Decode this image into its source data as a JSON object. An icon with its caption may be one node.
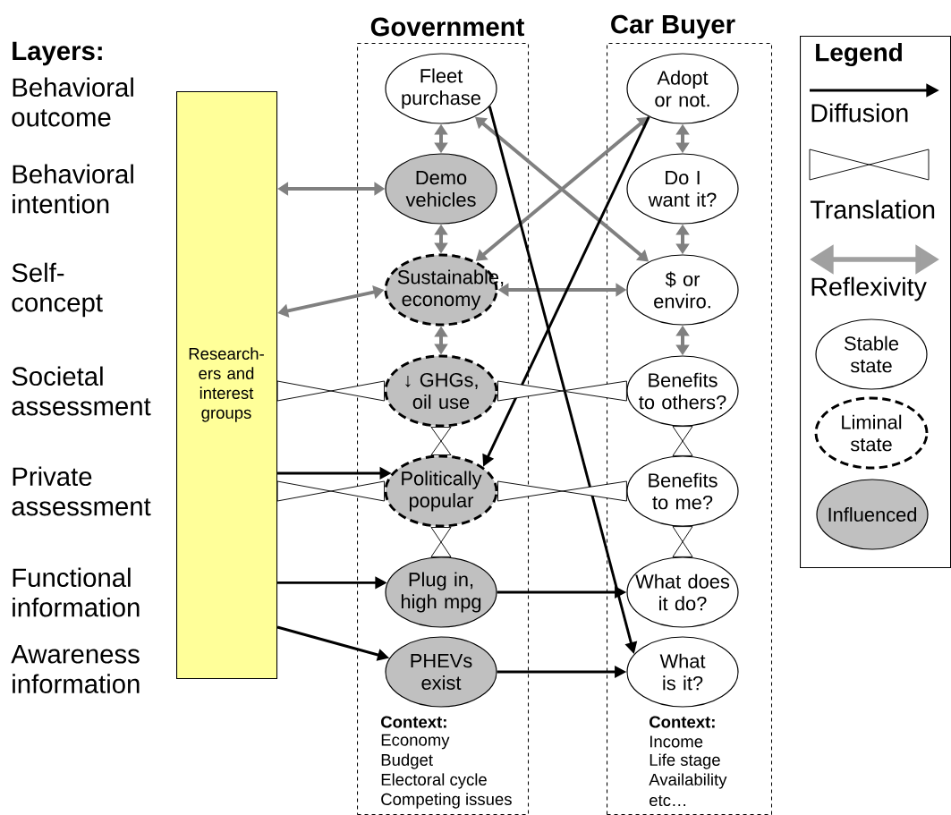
{
  "diagram": {
    "nodes": [
      {
        "text": [
          "Government",
          "Context:",
          "Economy",
          "Budget",
          "Electoral cycle",
          "Competing issues"
        ]
      },
      {
        "text": [
          "Car Buyer",
          "Context:",
          "Income",
          "Life stage",
          "Availability",
          "etc…"
        ]
      },
      {
        "text": [
          "Research-ers and interest groups"
        ]
      },
      {
        "text": [
          "Fleet purchase"
        ],
        "in": 0
      },
      {
        "text": [
          "Demo vehicles"
        ],
        "in": 0
      },
      {
        "text": [
          "Sustainable, economy"
        ],
        "in": 0
      },
      {
        "text": [
          "↓ GHGs, oil use"
        ],
        "in": 0
      },
      {
        "text": [
          "Politically popular"
        ],
        "in": 0
      },
      {
        "text": [
          "Plug in, high mpg"
        ],
        "in": 0
      },
      {
        "text": [
          "PHEVs exist"
        ],
        "in": 0
      },
      {
        "text": [
          "Adopt or not."
        ],
        "in": 1
      },
      {
        "text": [
          "Do I want it?"
        ],
        "in": 1
      },
      {
        "text": [
          "$ or enviro."
        ],
        "in": 1
      },
      {
        "text": [
          "Benefits to others?"
        ],
        "in": 1
      },
      {
        "text": [
          "Benefits to me?"
        ],
        "in": 1
      },
      {
        "text": [
          "What does it do?"
        ],
        "in": 1
      },
      {
        "text": [
          "What is it?"
        ],
        "in": 1
      },
      {
        "text": [
          "Legend"
        ]
      },
      {
        "text": [
          "Stable state"
        ],
        "in": 17
      },
      {
        "text": [
          "Liminal state"
        ],
        "in": 17
      },
      {
        "text": [
          "Influenced"
        ],
        "in": 17
      }
    ],
    "edges": [
      {
        "from": 3,
        "to": 4,
        "arrow": "both"
      },
      {
        "from": 4,
        "to": 5,
        "arrow": "both"
      },
      {
        "from": 5,
        "to": 6,
        "arrow": "both"
      },
      {
        "from": 10,
        "to": 11,
        "arrow": "both"
      },
      {
        "from": 11,
        "to": 12,
        "arrow": "both"
      },
      {
        "from": 12,
        "to": 13,
        "arrow": "both"
      },
      {
        "from": 2,
        "to": 4,
        "arrow": "both"
      },
      {
        "from": 2,
        "to": 5,
        "arrow": "both"
      },
      {
        "from": 5,
        "to": 10,
        "arrow": "both"
      },
      {
        "from": 3,
        "to": 12,
        "arrow": "both"
      },
      {
        "from": 5,
        "to": 12,
        "arrow": "both"
      },
      {
        "from": 3,
        "to": 16,
        "arrow": "to",
        "color": "#000000"
      },
      {
        "from": 10,
        "to": 7,
        "arrow": "to",
        "color": "#000000"
      },
      {
        "from": 2,
        "to": 7,
        "arrow": "to",
        "color": "#000000"
      },
      {
        "from": 2,
        "to": 8,
        "arrow": "to",
        "color": "#000000"
      },
      {
        "from": 2,
        "to": 9,
        "arrow": "to",
        "color": "#000000"
      },
      {
        "from": 8,
        "to": 15,
        "arrow": "to",
        "color": "#000000"
      },
      {
        "from": 9,
        "to": 16,
        "arrow": "to",
        "color": "#000000"
      },
      {
        "from": 2,
        "to": 6,
        "arrow": "other",
        "color": "#000000"
      },
      {
        "from": 2,
        "to": 7,
        "arrow": "other",
        "color": "#000000"
      },
      {
        "from": 6,
        "to": 13,
        "arrow": "other",
        "color": "#000000"
      },
      {
        "from": 7,
        "to": 14,
        "arrow": "other",
        "color": "#000000"
      },
      {
        "from": 6,
        "to": 7,
        "arrow": "other",
        "color": "#000000"
      },
      {
        "from": 7,
        "to": 8,
        "arrow": "other",
        "color": "#000000"
      },
      {
        "from": 13,
        "to": 14,
        "arrow": "other",
        "color": "#000000"
      },
      {
        "from": 14,
        "to": 15,
        "arrow": "other",
        "color": "#000000"
      }
    ],
    "labels": [
      "Layers:",
      "Behavioral outcome",
      "Behavioral intention",
      "Self-concept",
      "Societal assessment",
      "Private assessment",
      "Functional information",
      "Awareness information"
    ],
    "legend": [
      {
        "text": "Diffusion"
      },
      {
        "text": "Translation"
      },
      {
        "text": "Reflexivity"
      }
    ]
  }
}
